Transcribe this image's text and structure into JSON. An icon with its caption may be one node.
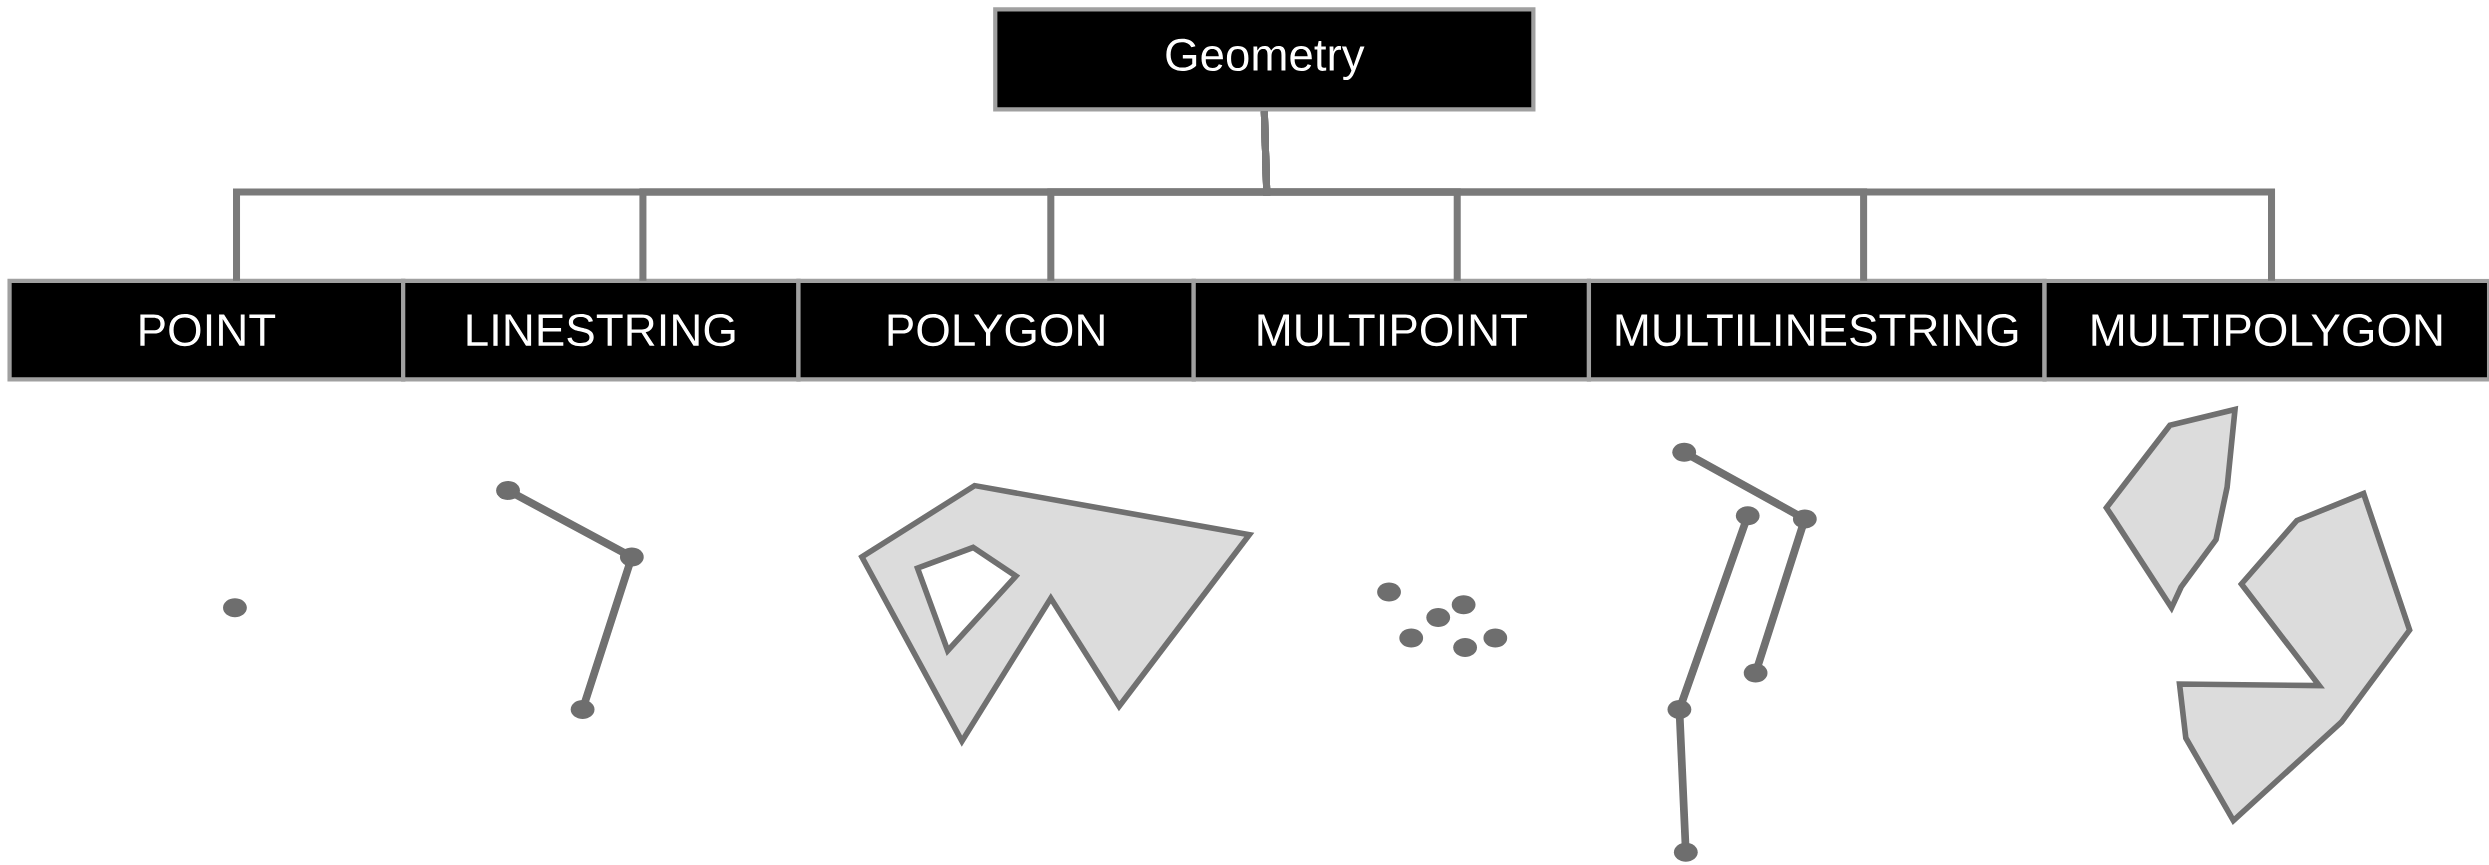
{
  "diagram": {
    "nodes": [
      {
        "text": [
          "Geometry"
        ]
      },
      {
        "text": [
          "POINT"
        ]
      },
      {
        "text": [
          "LINESTRING"
        ]
      },
      {
        "text": [
          "POLYGON"
        ]
      },
      {
        "text": [
          "MULTIPOINT"
        ]
      },
      {
        "text": [
          "MULTILINESTRING"
        ]
      },
      {
        "text": [
          "MULTIPOLYGON"
        ]
      }
    ],
    "edges": [
      {
        "from": 0,
        "to": 1,
        "arrow": "none"
      },
      {
        "from": 0,
        "to": 2,
        "arrow": "none"
      },
      {
        "from": 0,
        "to": 3,
        "arrow": "none"
      },
      {
        "from": 0,
        "to": 4,
        "arrow": "none"
      },
      {
        "from": 0,
        "to": 5,
        "arrow": "none"
      },
      {
        "from": 0,
        "to": 6,
        "arrow": "none"
      }
    ]
  }
}
